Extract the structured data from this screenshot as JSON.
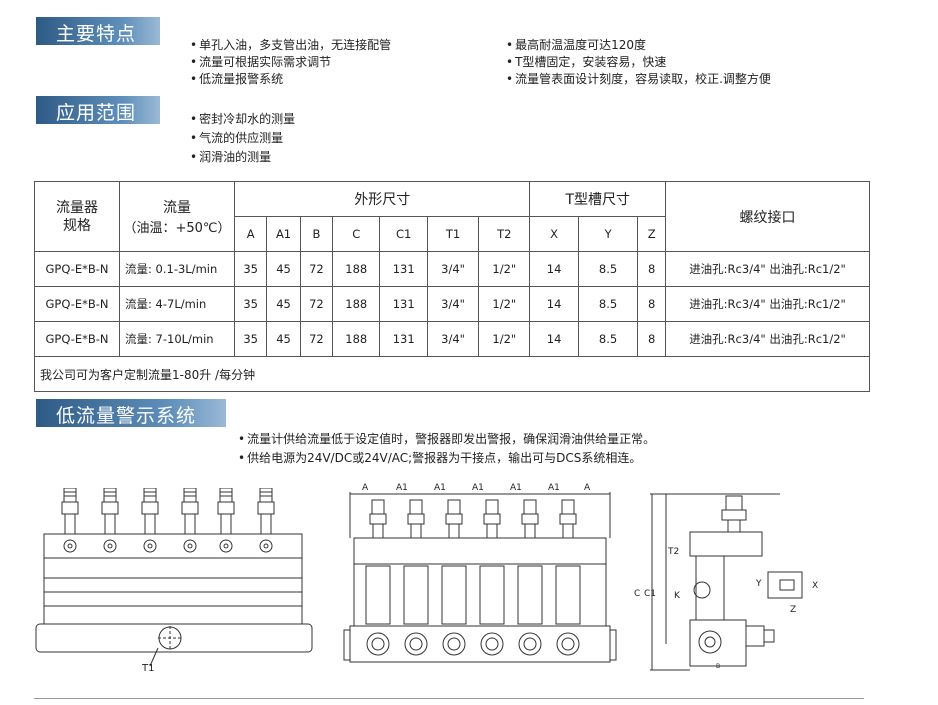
{
  "sections": {
    "features": "主要特点",
    "applications": "应用范围",
    "alarm": "低流量警示系统"
  },
  "features_left": [
    "单孔入油，多支管出油，无连接配管",
    "流量可根据实际需求调节",
    "低流量报警系统"
  ],
  "features_right": [
    "最高耐温温度可达120度",
    "T型槽固定，安装容易，快速",
    "流量管表面设计刻度，容易读取，校正.调整方便"
  ],
  "applications_list": [
    "密封冷却水的测量",
    "气流的供应测量",
    "润滑油的测量"
  ],
  "table": {
    "h_model": "流量器\n规格",
    "h_flow": "流量",
    "h_flow_sub": "（油温：+50℃）",
    "h_dims": "外形尺寸",
    "h_tslot": "T型槽尺寸",
    "h_thread": "螺纹接口",
    "cols": [
      "A",
      "A1",
      "B",
      "C",
      "C1",
      "T1",
      "T2",
      "X",
      "Y",
      "Z"
    ],
    "rows": [
      {
        "model": "GPQ-E*B-N",
        "flow": "流量: 0.1-3L/min",
        "vals": [
          "35",
          "45",
          "72",
          "188",
          "131",
          "3/4\"",
          "1/2\"",
          "14",
          "8.5",
          "8"
        ],
        "thread": "进油孔:Rc3/4\" 出油孔:Rc1/2\""
      },
      {
        "model": "GPQ-E*B-N",
        "flow": "流量: 4-7L/min",
        "vals": [
          "35",
          "45",
          "72",
          "188",
          "131",
          "3/4\"",
          "1/2\"",
          "14",
          "8.5",
          "8"
        ],
        "thread": "进油孔:Rc3/4\" 出油孔:Rc1/2\""
      },
      {
        "model": "GPQ-E*B-N",
        "flow": "流量: 7-10L/min",
        "vals": [
          "35",
          "45",
          "72",
          "188",
          "131",
          "3/4\"",
          "1/2\"",
          "14",
          "8.5",
          "8"
        ],
        "thread": "进油孔:Rc3/4\" 出油孔:Rc1/2\""
      }
    ],
    "note": "我公司可为客户定制流量1-80升 /每分钟"
  },
  "alarm_list": [
    "流量计供给流量低于设定值时，警报器即发出警报，确保润滑油供给量正常。",
    "供给电源为24V/DC或24V/AC;警报器为干接点，输出可与DCS系统相连。"
  ],
  "drawing_labels": {
    "t1": "T1",
    "top_dims": [
      "A",
      "A1",
      "A1",
      "A1",
      "A1",
      "A1",
      "A"
    ],
    "c": "C",
    "c1": "C1",
    "t2": "T2",
    "k": "K",
    "x": "X",
    "y": "Y",
    "z": "Z",
    "b": "B"
  }
}
